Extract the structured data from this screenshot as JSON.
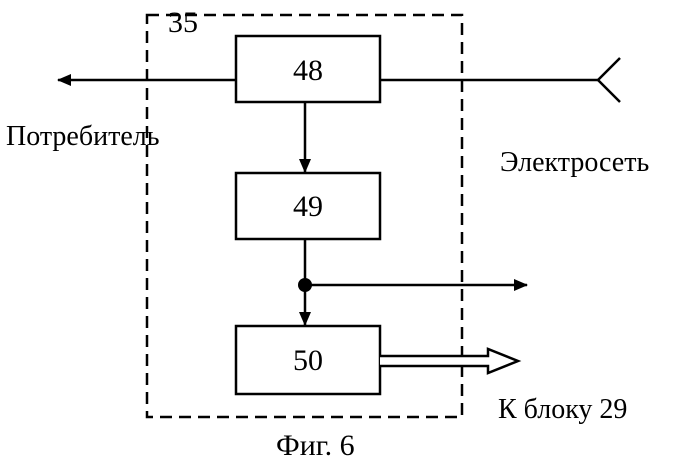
{
  "diagram": {
    "outer_block_number": "35",
    "blocks": [
      {
        "id": "48",
        "label": "48"
      },
      {
        "id": "49",
        "label": "49"
      },
      {
        "id": "50",
        "label": "50"
      }
    ],
    "labels": {
      "consumer": "Потребитель",
      "mains": "Электросеть",
      "to_block": "К блоку 29"
    },
    "caption": "Фиг. 6"
  }
}
